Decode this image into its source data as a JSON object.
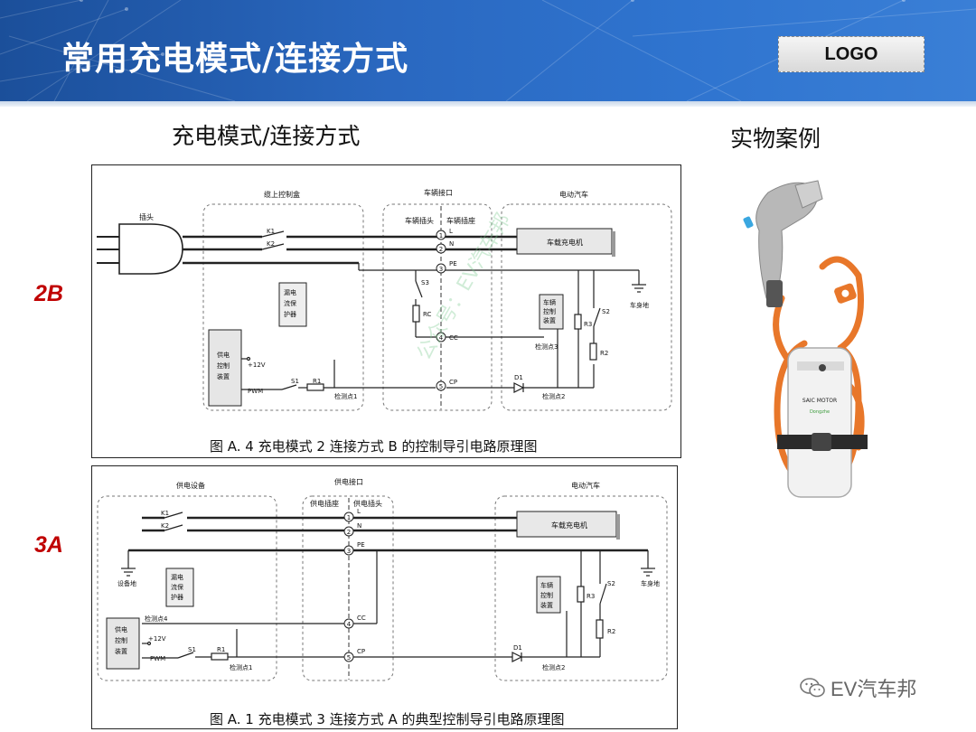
{
  "header": {
    "title": "常用充电模式/连接方式",
    "logo": "LOGO"
  },
  "left_heading": "充电模式/连接方式",
  "right_heading": "实物案例",
  "modes": [
    {
      "label": "2B"
    },
    {
      "label": "3A"
    }
  ],
  "diagram_2b": {
    "box_control": "缆上控制盒",
    "box_interface": "车辆接口",
    "box_vehicle": "电动汽车",
    "plug": "插头",
    "vehicle_plug": "车辆插头",
    "vehicle_socket": "车辆插座",
    "charger": "车载充电机",
    "ground": "车身地",
    "rcd": [
      "漏电",
      "流保",
      "护器"
    ],
    "supply_ctrl": [
      "供电",
      "控制",
      "装置"
    ],
    "vehicle_ctrl": [
      "车辆",
      "控制",
      "装置"
    ],
    "k1": "K1",
    "k2": "K2",
    "l": "L",
    "n": "N",
    "pe": "PE",
    "cc": "CC",
    "cp": "CP",
    "s3": "S3",
    "rc": "RC",
    "r3": "R3",
    "r2": "R2",
    "s2": "S2",
    "s1": "S1",
    "r1": "R1",
    "d1": "D1",
    "v12": "+12V",
    "pwm": "PWM",
    "det1": "检测点1",
    "det2": "检测点2",
    "det3": "检测点3",
    "n1": "1",
    "n2": "2",
    "n3": "3",
    "n4": "4",
    "n5": "5",
    "caption": "图 A. 4   充电模式 2 连接方式 B 的控制导引电路原理图"
  },
  "diagram_3a": {
    "box_supply": "供电设备",
    "box_interface": "供电接口",
    "box_vehicle": "电动汽车",
    "supply_socket": "供电插座",
    "supply_plug": "供电插头",
    "charger": "车载充电机",
    "equip_ground": "设备地",
    "ground": "车身地",
    "rcd": [
      "漏电",
      "流保",
      "护器"
    ],
    "supply_ctrl": [
      "供电",
      "控制",
      "装置"
    ],
    "vehicle_ctrl": [
      "车辆",
      "控制",
      "装置"
    ],
    "k1": "K1",
    "k2": "K2",
    "l": "L",
    "n": "N",
    "pe": "PE",
    "cc": "CC",
    "cp": "CP",
    "r3": "R3",
    "r2": "R2",
    "s2": "S2",
    "s1": "S1",
    "r1": "R1",
    "d1": "D1",
    "v12": "+12V",
    "pwm": "PWM",
    "det1": "检测点1",
    "det2": "检测点2",
    "det4": "检测点4",
    "n1": "1",
    "n2": "2",
    "n3": "3",
    "n4": "4",
    "n5": "5",
    "caption": "图 A. 1   充电模式 3 连接方式 A 的典型控制导引电路原理图"
  },
  "watermark": "公众号：EV汽车邦",
  "product": {
    "brand": "SAIC MOTOR",
    "sub": "Dongzhe"
  },
  "footer": {
    "wechat_label": "EV汽车邦"
  },
  "colors": {
    "accent_red": "#c00000",
    "header_blue": "#2a68c0",
    "cable_orange": "#e8772a"
  }
}
